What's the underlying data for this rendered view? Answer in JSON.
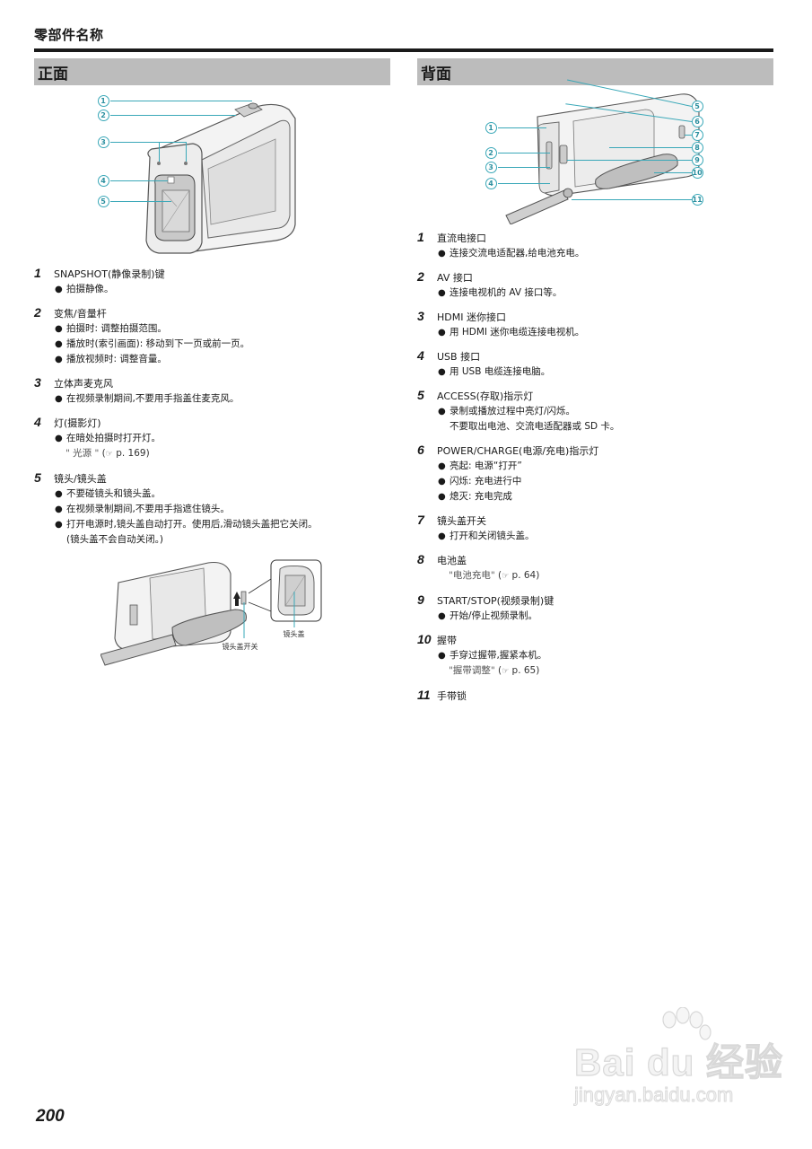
{
  "page": {
    "header_title": "零部件名称",
    "page_number": "200"
  },
  "front": {
    "section_title": "正面",
    "callouts": [
      "1",
      "2",
      "3",
      "4",
      "5"
    ],
    "items": [
      {
        "num": "1",
        "title": "SNAPSHOT(静像录制)键",
        "bullets": [
          "拍摄静像。"
        ]
      },
      {
        "num": "2",
        "title": "变焦/音量杆",
        "bullets": [
          "拍摄时: 调整拍摄范围。",
          "播放时(索引画面): 移动到下一页或前一页。",
          "播放视频时: 调整音量。"
        ]
      },
      {
        "num": "3",
        "title": "立体声麦克风",
        "bullets": [
          "在视频录制期间,不要用手指盖住麦克风。"
        ]
      },
      {
        "num": "4",
        "title": "灯(摄影灯)",
        "bullets": [
          "在暗处拍摄时打开灯。"
        ],
        "ref": {
          "text": "\" 光源 \"",
          "icon": "☞",
          "page": "p. 169"
        }
      },
      {
        "num": "5",
        "title": "镜头/镜头盖",
        "bullets": [
          "不要碰镜头和镜头盖。",
          "在视频录制期间,不要用手指遮住镜头。",
          "打开电源时,镜头盖自动打开。使用后,滑动镜头盖把它关闭。\n(镜头盖不会自动关闭。)"
        ]
      }
    ],
    "lens_figure": {
      "label_switch": "镜头盖开关",
      "label_cover": "镜头盖"
    }
  },
  "back": {
    "section_title": "背面",
    "callouts": [
      "1",
      "2",
      "3",
      "4",
      "5",
      "6",
      "7",
      "8",
      "9",
      "10",
      "11"
    ],
    "items": [
      {
        "num": "1",
        "title": "直流电接口",
        "bullets": [
          "连接交流电适配器,给电池充电。"
        ]
      },
      {
        "num": "2",
        "title": "AV 接口",
        "bullets": [
          "连接电视机的 AV 接口等。"
        ]
      },
      {
        "num": "3",
        "title": "HDMI 迷你接口",
        "bullets": [
          "用 HDMI 迷你电缆连接电视机。"
        ]
      },
      {
        "num": "4",
        "title": "USB 接口",
        "bullets": [
          "用 USB 电缆连接电脑。"
        ]
      },
      {
        "num": "5",
        "title": "ACCESS(存取)指示灯",
        "bullets": [
          "录制或播放过程中亮灯/闪烁。\n不要取出电池、交流电适配器或 SD 卡。"
        ]
      },
      {
        "num": "6",
        "title": "POWER/CHARGE(电源/充电)指示灯",
        "bullets": [
          "亮起: 电源“打开”",
          "闪烁: 充电进行中",
          "熄灭: 充电完成"
        ]
      },
      {
        "num": "7",
        "title": "镜头盖开关",
        "bullets": [
          "打开和关闭镜头盖。"
        ]
      },
      {
        "num": "8",
        "title": "电池盖",
        "bullets": [],
        "ref": {
          "text": "\"电池充电\"",
          "icon": "☞",
          "page": "p. 64"
        }
      },
      {
        "num": "9",
        "title": "START/STOP(视频录制)键",
        "bullets": [
          "开始/停止视频录制。"
        ]
      },
      {
        "num": "10",
        "title": "握带",
        "bullets": [
          "手穿过握带,握紧本机。"
        ],
        "ref": {
          "text": "\"握带调整\"",
          "icon": "☞",
          "page": "p. 65"
        }
      },
      {
        "num": "11",
        "title": "手带锁",
        "bullets": []
      }
    ]
  },
  "watermark": {
    "brand": "Bai du 经验",
    "url": "jingyan.baidu.com"
  },
  "colors": {
    "section_bar": "#bcbcbc",
    "callout": "#3aa8b8",
    "rule": "#1a1a1a"
  }
}
